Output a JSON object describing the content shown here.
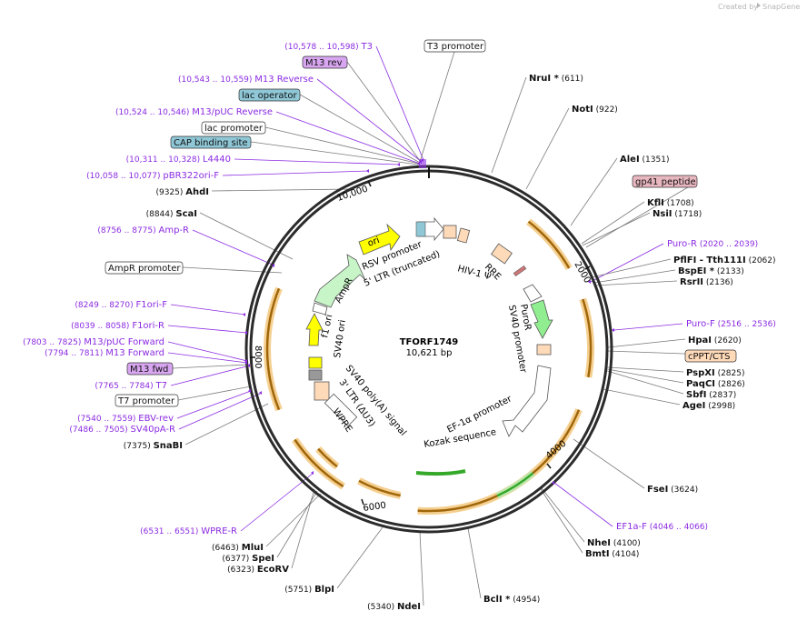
{
  "credit": {
    "text": "Created by",
    "brand": "SnapGene"
  },
  "plasmid": {
    "name": "TFORF1749",
    "size": "10,621 bp"
  },
  "ticks": [
    "2000",
    "4000",
    "6000",
    "8000",
    "10,000"
  ],
  "purple_labels": [
    {
      "range": "(10,578 .. 10,598)",
      "name": "T3"
    },
    {
      "range": "(10,543 .. 10,559)",
      "name": "M13 Reverse"
    },
    {
      "range": "(10,524 .. 10,546)",
      "name": "M13/pUC Reverse"
    },
    {
      "range": "(10,311 .. 10,328)",
      "name": "L4440"
    },
    {
      "range": "(10,058 .. 10,077)",
      "name": "pBR322ori-F"
    },
    {
      "range": "(8756 .. 8775)",
      "name": "Amp-R"
    },
    {
      "range": "(8249 .. 8270)",
      "name": "F1ori-F"
    },
    {
      "range": "(8039 .. 8058)",
      "name": "F1ori-R"
    },
    {
      "range": "(7803 .. 7825)",
      "name": "M13/pUC Forward"
    },
    {
      "range": "(7794 .. 7811)",
      "name": "M13 Forward"
    },
    {
      "range": "(7765 .. 7784)",
      "name": "T7"
    },
    {
      "range": "(7540 .. 7559)",
      "name": "EBV-rev"
    },
    {
      "range": "(7486 .. 7505)",
      "name": "SV40pA-R"
    },
    {
      "range": "(6531 .. 6551)",
      "name": "WPRE-R"
    },
    {
      "range": "(2020 .. 2039)",
      "name": "Puro-R"
    },
    {
      "range": "(2516 .. 2536)",
      "name": "Puro-F"
    },
    {
      "range": "(4046 .. 4066)",
      "name": "EF1a-F"
    }
  ],
  "boxed_labels": {
    "t3_promoter": "T3 promoter",
    "m13_rev": "M13 rev",
    "lac_operator": "lac operator",
    "lac_promoter": "lac promoter",
    "cap_binding_site": "CAP binding site",
    "ampr_promoter": "AmpR promoter",
    "m13_fwd": "M13 fwd",
    "t7_promoter": "T7 promoter",
    "gp41_peptide": "gp41 peptide",
    "cppt_cts": "cPPT/CTS"
  },
  "enzymes": {
    "nrui": {
      "name": "NruI *",
      "pos": "(611)"
    },
    "noti": {
      "name": "NotI",
      "pos": "(922)"
    },
    "alei": {
      "name": "AleI",
      "pos": "(1351)"
    },
    "kfli": {
      "name": "KflI",
      "pos": "(1708)"
    },
    "nsii": {
      "name": "NsiI",
      "pos": "(1718)"
    },
    "pflfi": {
      "name": "PflFI - Tth111I",
      "pos": "(2062)"
    },
    "bspei": {
      "name": "BspEI *",
      "pos": "(2133)"
    },
    "rsrii": {
      "name": "RsrII",
      "pos": "(2136)"
    },
    "hpai": {
      "name": "HpaI",
      "pos": "(2620)"
    },
    "pspxi": {
      "name": "PspXI",
      "pos": "(2825)"
    },
    "paqci": {
      "name": "PaqCI",
      "pos": "(2826)"
    },
    "sbfi": {
      "name": "SbfI",
      "pos": "(2837)"
    },
    "agei": {
      "name": "AgeI",
      "pos": "(2998)"
    },
    "fsei": {
      "name": "FseI",
      "pos": "(3624)"
    },
    "nhei": {
      "name": "NheI",
      "pos": "(4100)"
    },
    "bmti": {
      "name": "BmtI",
      "pos": "(4104)"
    },
    "bcli": {
      "name": "BclI *",
      "pos": "(4954)"
    },
    "ndei": {
      "name": "NdeI",
      "pos": "(5340)"
    },
    "blpi": {
      "name": "BlpI",
      "pos": "(5751)"
    },
    "mlui": {
      "name": "MluI",
      "pos": "(6463)"
    },
    "spei": {
      "name": "SpeI",
      "pos": "(6377)"
    },
    "ecorv": {
      "name": "EcoRV",
      "pos": "(6323)"
    },
    "snabi": {
      "name": "SnaBI",
      "pos": "(7375)"
    },
    "ahdi": {
      "name": "AhdI",
      "pos": "(9325)"
    },
    "scai": {
      "name": "ScaI",
      "pos": "(8844)"
    }
  },
  "features": {
    "ori": "ori",
    "rsv_promoter": "RSV promoter",
    "ltr5": "5' LTR (truncated)",
    "hiv1_psi": "HIV-1 Ψ",
    "rre": "RRE",
    "puror": "PuroR",
    "sv40_promoter": "SV40 promoter",
    "ef1a_promoter": "EF-1α promoter",
    "kozak": "Kozak sequence",
    "ampr": "AmpR",
    "f1_ori": "f1 ori",
    "sv40_ori": "SV40 ori",
    "sv40_polya": "SV40 poly(A) signal",
    "ltr3": "3' LTR (ΔU3)",
    "wpre": "WPRE"
  },
  "colors": {
    "backbone": "#2b2b2b",
    "primer": "#8b2be2",
    "orf": "#f2a33a",
    "ori_yellow": "#ffff00",
    "green": "#90ee90",
    "peach": "#ffdab9",
    "lilac_box": "#d8a6f0",
    "blue_box": "#8fc7d6",
    "pink_box": "#e8b7bf"
  }
}
